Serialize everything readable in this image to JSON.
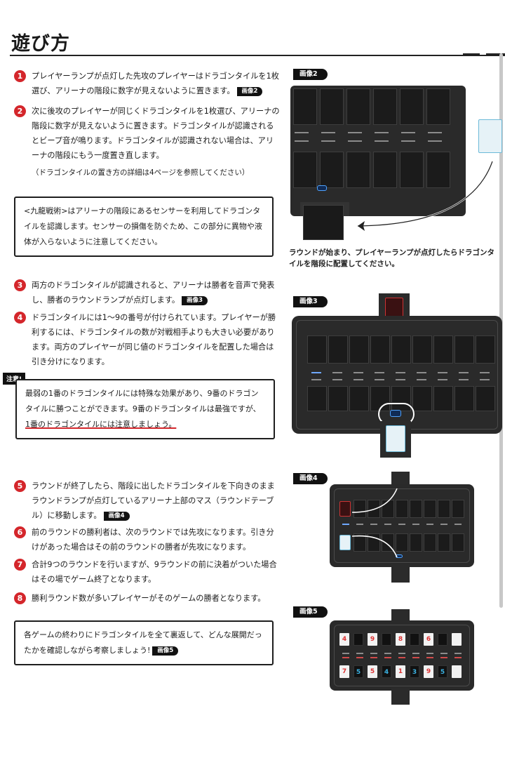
{
  "page": {
    "title": "遊び方"
  },
  "steps_top": [
    {
      "num": "1",
      "text": "プレイヤーランプが点灯した先攻のプレイヤーはドラゴンタイルを1枚選び、アリーナの階段に数字が見えないように置きます。",
      "tag": "画像2"
    },
    {
      "num": "2",
      "text": "次に後攻のプレイヤーが同じくドラゴンタイルを1枚選び、アリーナの階段に数字が見えないように置きます。ドラゴンタイルが認識されるとビープ音が鳴ります。ドラゴンタイルが認識されない場合は、アリーナの階段にもう一度置き直します。",
      "tag": ""
    }
  ],
  "note_page4": "（ドラゴンタイルの置き方の詳細は4ページを参照してください）",
  "box_sensor": "<九龍戦術>はアリーナの階段にあるセンサーを利用してドラゴンタイルを認識します。センサーの損傷を防ぐため、この部分に異物や液体が入らないように注意してください。",
  "steps_mid": [
    {
      "num": "3",
      "text": "両方のドラゴンタイルが認識されると、アリーナは勝者を音声で発表し、勝者のラウンドランプが点灯します。",
      "tag": "画像3"
    },
    {
      "num": "4",
      "text": "ドラゴンタイルには1～9の番号が付けられています。プレイヤーが勝利するには、ドラゴンタイルの数が対戦相手よりも大きい必要があります。両方のプレイヤーが同じ値のドラゴンタイルを配置した場合は引き分けになります。",
      "tag": ""
    }
  ],
  "caution": {
    "label": "注意!",
    "text_a": "最弱の1番のドラゴンタイルには特殊な効果があり、9番のドラゴンタイルに勝つことができます。9番のドラゴンタイルは最強ですが、",
    "text_b": "1番のドラゴンタイルには注意しましょう。"
  },
  "steps_bottom": [
    {
      "num": "5",
      "text": "ラウンドが終了したら、階段に出したドラゴンタイルを下向きのままラウンドランプが点灯しているアリーナ上部のマス（ラウンドテーブル）に移動します。",
      "tag": "画像4"
    },
    {
      "num": "6",
      "text": "前のラウンドの勝利者は、次のラウンドでは先攻になります。引き分けがあった場合はその前のラウンドの勝者が先攻になります。",
      "tag": ""
    },
    {
      "num": "7",
      "text": "合計9つのラウンドを行いますが、9ラウンドの前に決着がついた場合はその場でゲーム終了となります。",
      "tag": ""
    },
    {
      "num": "8",
      "text": "勝利ラウンド数が多いプレイヤーがそのゲームの勝者となります。",
      "tag": ""
    }
  ],
  "box_review": {
    "text": "各ゲームの終わりにドラゴンタイルを全て裏返して、どんな展開だったかを確認しながら考察しましょう!",
    "tag": "画像5"
  },
  "figures": {
    "fig2_label": "画像2",
    "fig2_caption": "ラウンドが始まり、プレイヤーランプが点灯したらドラゴンタイルを階段に配置してください。",
    "fig3_label": "画像3",
    "fig4_label": "画像4",
    "fig5_label": "画像5",
    "fig5_top_row": [
      "4",
      "",
      "9",
      "",
      "8",
      "",
      "6",
      "",
      ""
    ],
    "fig5_bottom_row": [
      "7",
      "5",
      "5",
      "4",
      "1",
      "3",
      "9",
      "5",
      ""
    ]
  },
  "colors": {
    "accent_red": "#d4262b",
    "led_blue": "#6fa8ff",
    "tile_blue": "#e6f2f7"
  }
}
